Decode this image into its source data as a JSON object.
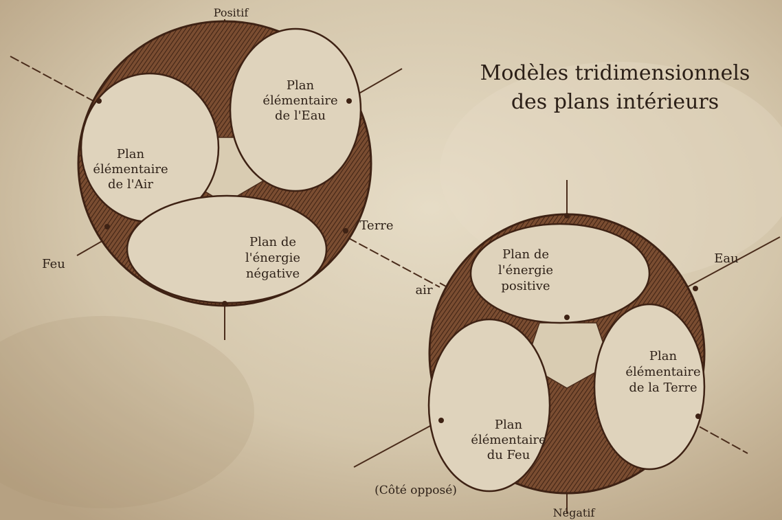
{
  "title": {
    "line1": "Modèles tridimensionnels",
    "line2": "des plans intérieurs"
  },
  "colors": {
    "parchment": "#cdbfa6",
    "parchment_light": "#e3d8c2",
    "ink": "#4a2c1b",
    "hatch_fill": "#6b4128",
    "text": "#2e2118"
  },
  "left_model": {
    "pole_label": "Positif",
    "axis_labels": {
      "feu": "Feu",
      "terre": "Terre"
    },
    "planes": {
      "eau": [
        "Plan",
        "élémentaire",
        "de l'Eau"
      ],
      "air": [
        "Plan",
        "élémentaire",
        "de l'Air"
      ],
      "negative": [
        "Plan de",
        "l'énergie",
        "négative"
      ]
    }
  },
  "right_model": {
    "pole_label": "Négatif",
    "axis_labels": {
      "air": "air",
      "eau": "Eau"
    },
    "note": "(Côté opposé)",
    "planes": {
      "positive": [
        "Plan de",
        "l'énergie",
        "positive"
      ],
      "terre": [
        "Plan",
        "élémentaire",
        "de la Terre"
      ],
      "feu": [
        "Plan",
        "élémentaire",
        "du Feu"
      ]
    }
  }
}
